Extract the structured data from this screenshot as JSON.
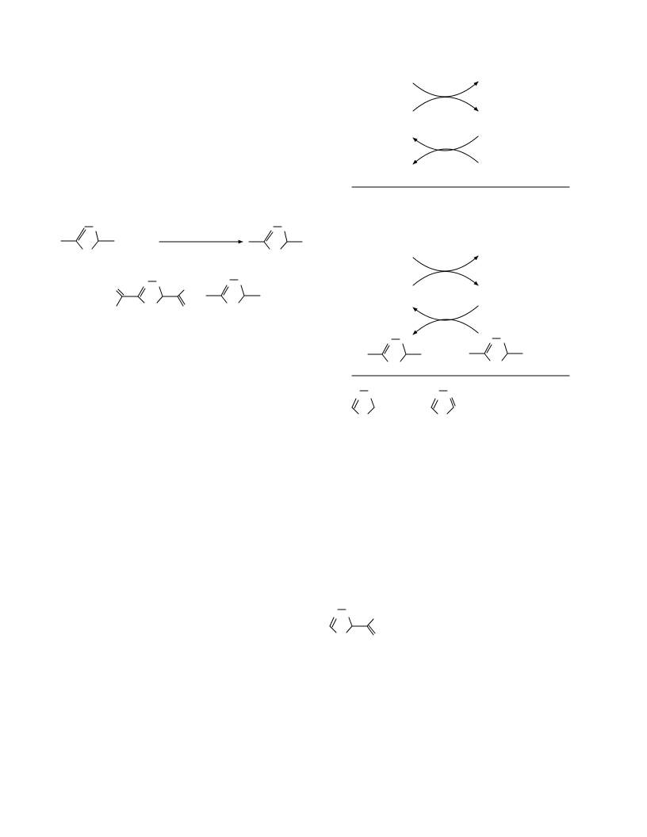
{
  "page": {
    "background_color": "#ffffff",
    "ink_color": "#000000"
  },
  "figures": [
    {
      "name": "scheme-top-right",
      "kind": "curved-arrow-exchange"
    },
    {
      "name": "scheme-left-reaction",
      "kind": "reaction-arrow-with-structures"
    },
    {
      "name": "scheme-left-structures-row",
      "kind": "structures"
    },
    {
      "name": "scheme-mid-right",
      "kind": "curved-arrow-exchange"
    },
    {
      "name": "scheme-mid-right-structures",
      "kind": "structures"
    },
    {
      "name": "scheme-rings",
      "kind": "structures"
    },
    {
      "name": "scheme-bottom-structure",
      "kind": "structure"
    }
  ]
}
